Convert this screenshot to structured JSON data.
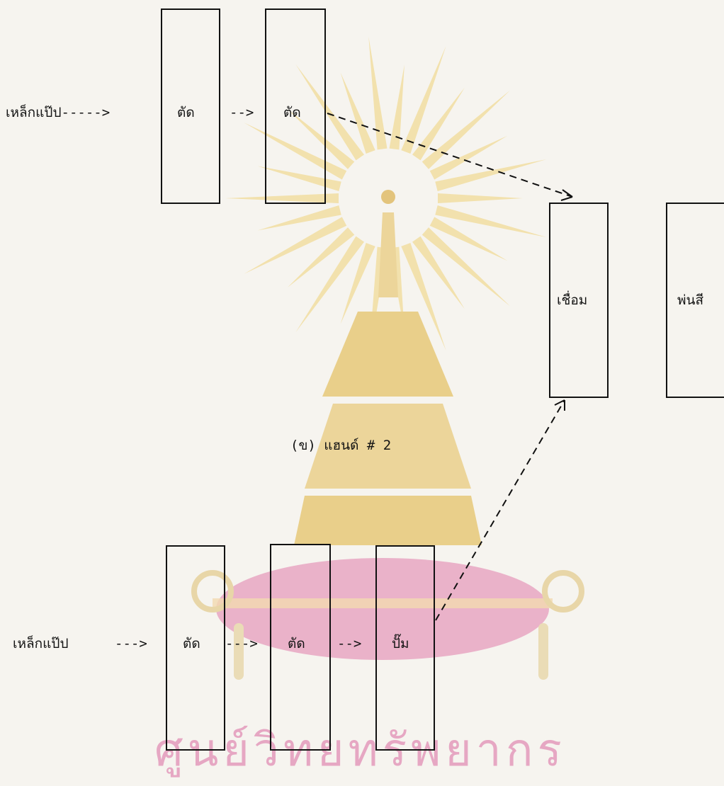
{
  "diagram": {
    "top_row": {
      "input_label": "เหล็กแป๊ป----->",
      "step1": "ตัด",
      "arrow1": "-->",
      "step2": "ตัด"
    },
    "right": {
      "weld": "เชื่อม",
      "paint": "พ่นสี"
    },
    "caption": "(ข)  แฮนด์ # 2",
    "bottom_row": {
      "input_label": "เหล็กแป๊ป",
      "arrow0": "--->",
      "step1": "ตัด",
      "arrow1": "--->",
      "step2": "ตัด",
      "arrow2": "-->",
      "step3": "ปั๊ม"
    }
  },
  "watermark": {
    "text": "ศูนย์วิทยทรัพยากร",
    "colors": {
      "rays": "#f2dfa6",
      "gold": "#e9cf8a",
      "cushion": "#eab2c9"
    }
  },
  "colors": {
    "ink": "#111111",
    "paper": "#f6f4ef"
  }
}
